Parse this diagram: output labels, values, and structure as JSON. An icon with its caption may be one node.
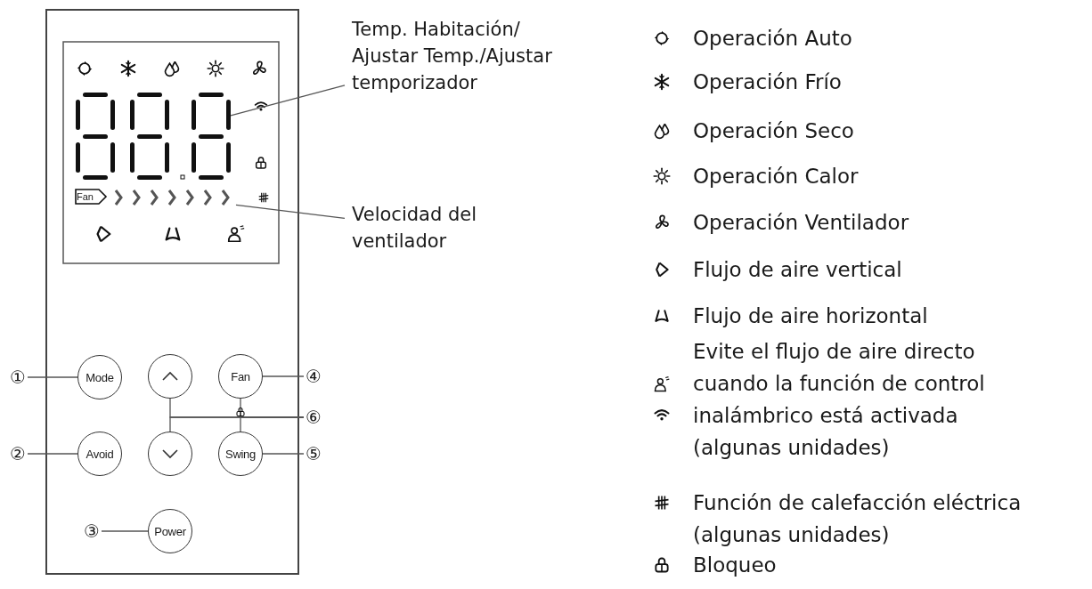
{
  "diagram": {
    "nodes": [
      {
        "text": [
          "Temp. Habitación/ Ajustar Temp./Ajustar temporizador"
        ]
      },
      {
        "text": [
          "Velocidad del ventilador"
        ]
      },
      {
        "text": [
          "Mode"
        ]
      },
      {
        "text": [],
        "shape": "circle"
      },
      {
        "text": [
          "Fan"
        ]
      },
      {
        "text": [
          "Avoid"
        ]
      },
      {
        "text": [],
        "shape": "circle"
      },
      {
        "text": [
          "Swing"
        ]
      },
      {
        "text": [
          "Power"
        ]
      },
      {
        "text": [
          "①"
        ]
      },
      {
        "text": [
          "②"
        ]
      },
      {
        "text": [
          "③"
        ]
      },
      {
        "text": [
          "④"
        ]
      },
      {
        "text": [
          "⑤"
        ]
      },
      {
        "text": [
          "⑥"
        ]
      },
      {
        "text": [],
        "shape": "chevrons"
      },
      {
        "text": [],
        "shape": "digits"
      }
    ],
    "edges": [
      {
        "from": 0,
        "to": 16,
        "arrow": "none"
      },
      {
        "from": 1,
        "to": 15,
        "arrow": "none"
      },
      {
        "from": 9,
        "to": 2,
        "arrow": "none"
      },
      {
        "from": 10,
        "to": 5,
        "arrow": "none"
      },
      {
        "from": 11,
        "to": 8,
        "arrow": "none"
      },
      {
        "from": 12,
        "to": 4,
        "arrow": "none"
      },
      {
        "from": 13,
        "to": 7,
        "arrow": "none"
      },
      {
        "from": 14,
        "to": 3,
        "arrow": "none"
      },
      {
        "from": 14,
        "to": 6,
        "arrow": "none"
      },
      {
        "from": 14,
        "to": 4,
        "arrow": "none"
      },
      {
        "from": 14,
        "to": 7,
        "arrow": "none"
      }
    ],
    "labels": [
      "Fan"
    ],
    "legend": [
      {
        "text": "Operación Auto"
      },
      {
        "text": "Operación Frío"
      },
      {
        "text": "Operación Seco"
      },
      {
        "text": "Operación Calor"
      },
      {
        "text": "Operación Ventilador"
      },
      {
        "text": "Flujo de aire vertical"
      },
      {
        "text": "Flujo de aire horizontal"
      },
      {
        "text": "Evite el flujo de aire directo cuando la función de control"
      },
      {
        "text": "inalámbrico está activada (algunas unidades)"
      },
      {
        "text": "Función de calefacción eléctrica (algunas unidades)"
      },
      {
        "text": "Bloqueo"
      }
    ]
  }
}
